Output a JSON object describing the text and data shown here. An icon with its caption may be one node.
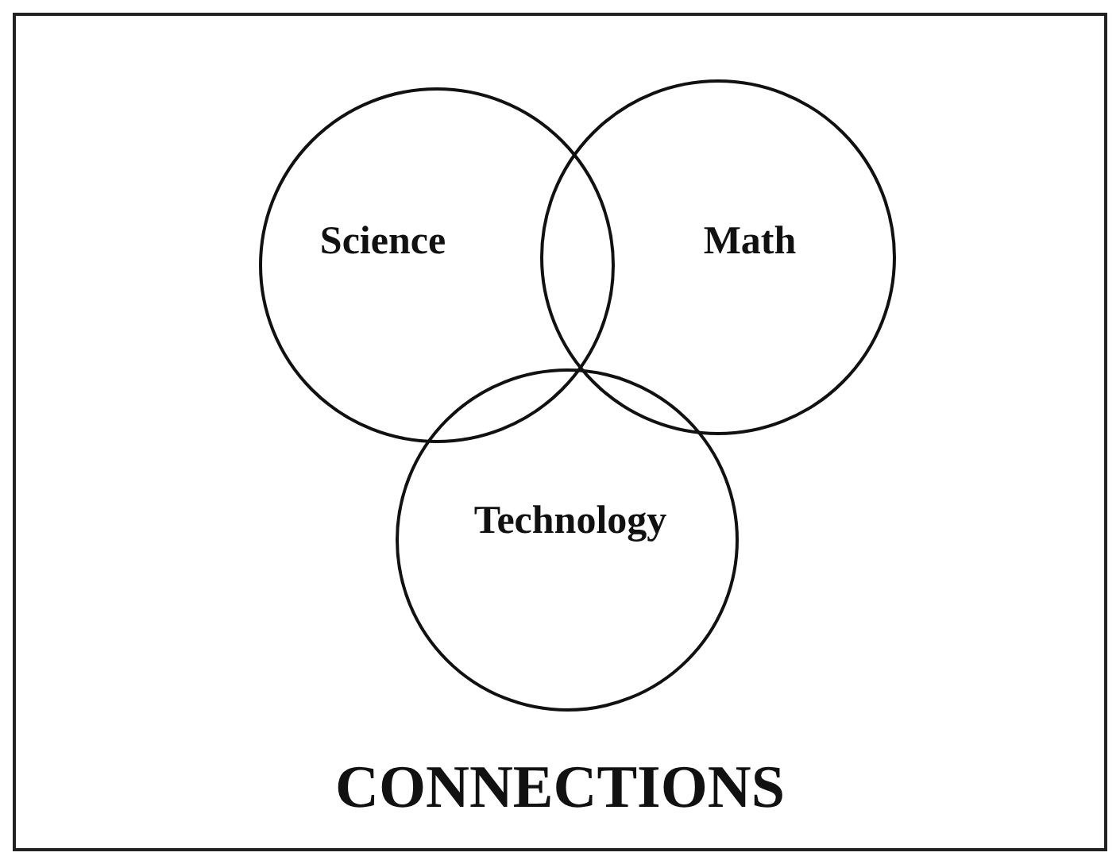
{
  "diagram": {
    "caption": "CONNECTIONS",
    "nodes": [
      {
        "text": [
          "Science"
        ]
      },
      {
        "text": [
          "Math"
        ]
      },
      {
        "text": [
          "Technology"
        ]
      }
    ]
  }
}
